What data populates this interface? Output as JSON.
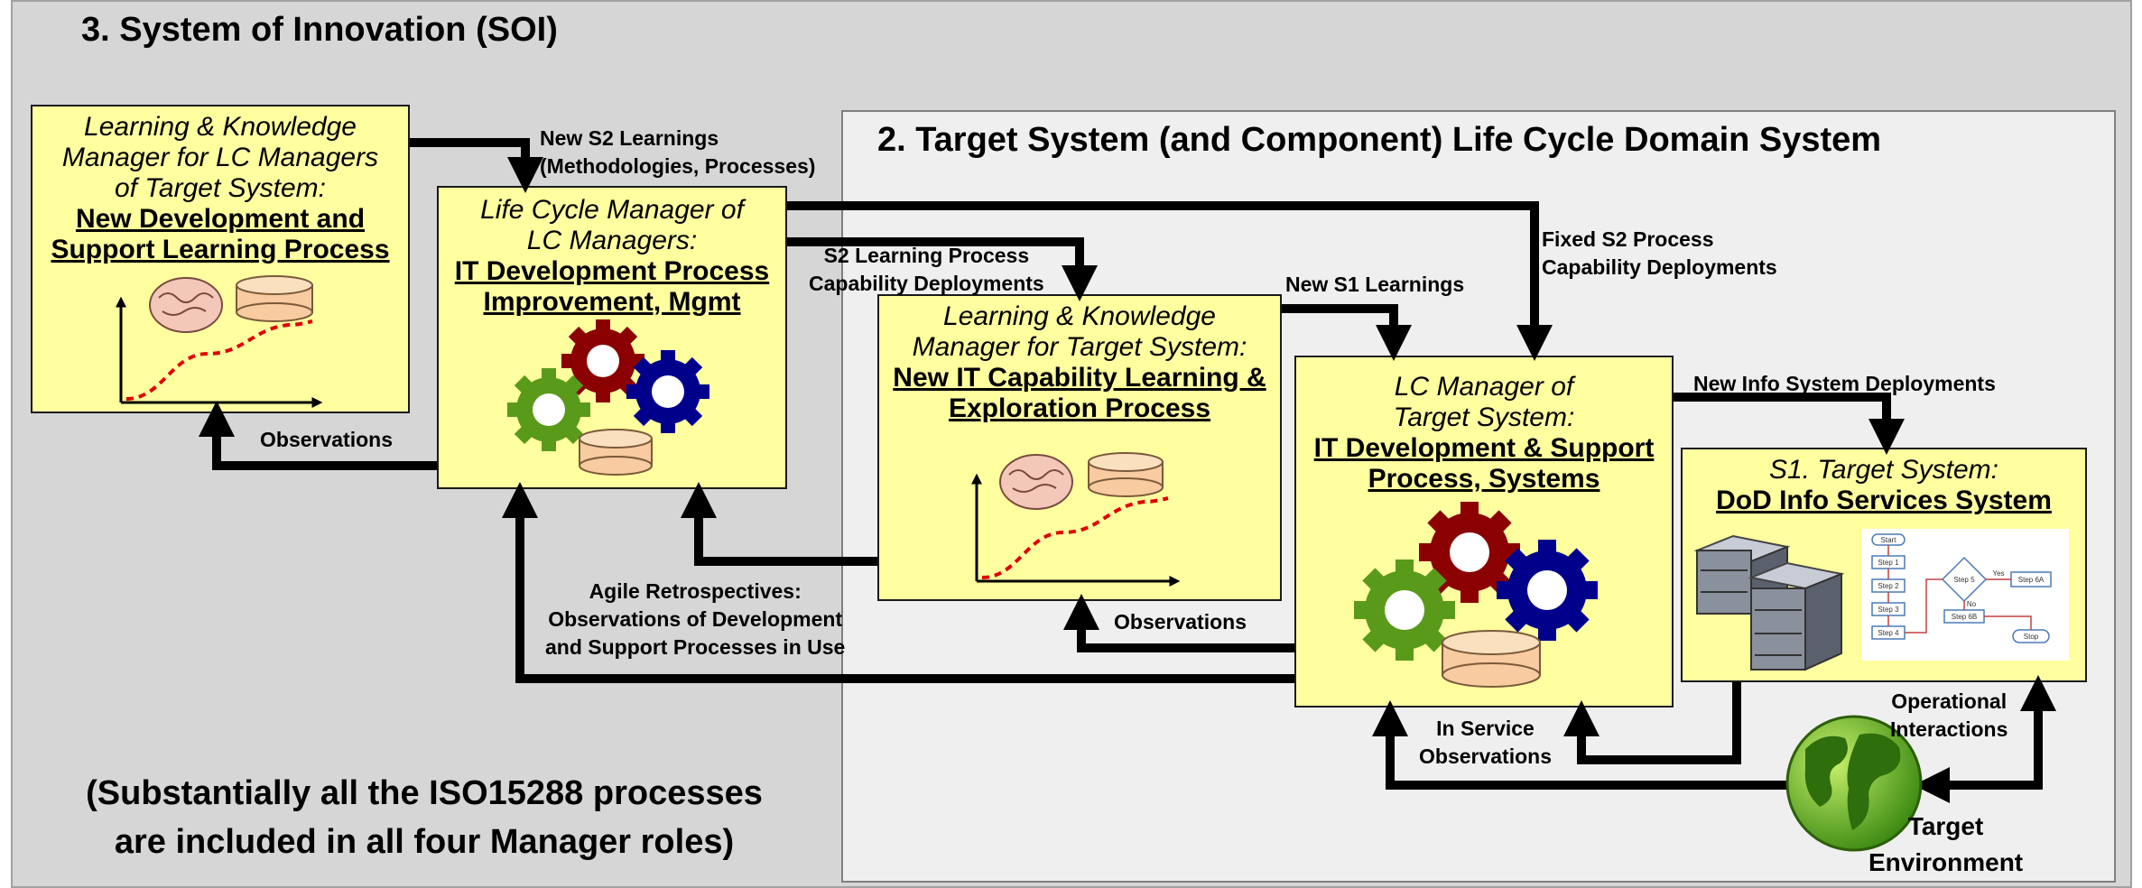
{
  "soi_title": "3.  System of Innovation (SOI)",
  "lc_domain_title": "2.  Target System (and Component)  Life Cycle Domain System",
  "footnote": {
    "line1": "(Substantially all the ISO15288 processes",
    "line2": "are included in all four Manager roles)"
  },
  "boxes": {
    "lk_lc_managers": {
      "role_lines": [
        "Learning & Knowledge",
        "Manager for LC Managers",
        "of Target System:"
      ],
      "process_lines": [
        "New Development and",
        "Support Learning Process"
      ]
    },
    "lc_manager_of_lc_managers": {
      "role_lines": [
        "Life Cycle Manager of",
        "LC Managers:"
      ],
      "process_lines": [
        "IT Development Process",
        "Improvement, Mgmt"
      ]
    },
    "lk_target_system": {
      "role_lines": [
        "Learning & Knowledge",
        "Manager for Target System:"
      ],
      "process_lines": [
        "New IT Capability Learning &",
        "Exploration Process"
      ]
    },
    "lc_manager_target": {
      "role_lines": [
        "LC Manager of",
        "Target System:"
      ],
      "process_lines": [
        "IT Development & Support",
        "Process, Systems"
      ]
    },
    "s1_target_system": {
      "role_lines": [
        "S1. Target System:"
      ],
      "process_lines": [
        "DoD Info Services System"
      ]
    }
  },
  "labels": {
    "new_s2_learnings": [
      "New S2 Learnings",
      "(Methodologies, Processes)"
    ],
    "observations_top": [
      "Observations"
    ],
    "s2_learning_deploy": [
      "S2 Learning Process",
      "Capability Deployments"
    ],
    "new_s1_learnings": [
      "New S1 Learnings"
    ],
    "fixed_s2": [
      "Fixed S2 Process",
      "Capability Deployments"
    ],
    "new_info_deploy": [
      "New Info System Deployments"
    ],
    "agile_retro": [
      "Agile Retrospectives:",
      "Observations of Development",
      "and Support Processes in Use"
    ],
    "observations_mid": [
      "Observations"
    ],
    "in_service": [
      "In Service",
      "Observations"
    ],
    "operational": [
      "Operational",
      "Interactions"
    ],
    "target_env": [
      "Target",
      "Environment"
    ]
  },
  "flowchart_steps": [
    "Start",
    "Step 1",
    "Step 2",
    "Step 3",
    "Step 4",
    "Step 5",
    "Step 6A",
    "Step 6B",
    "Stop",
    "Yes",
    "No"
  ],
  "colors": {
    "box_fill": "#ffffa0",
    "outer_fill": "#d6d6d6",
    "inner_fill": "#efefef",
    "gear_red": "#8b0000",
    "gear_blue": "#00008b",
    "gear_green": "#5a9a1a",
    "disk_fill": "#f8cba0",
    "curve_red": "#e00000"
  }
}
